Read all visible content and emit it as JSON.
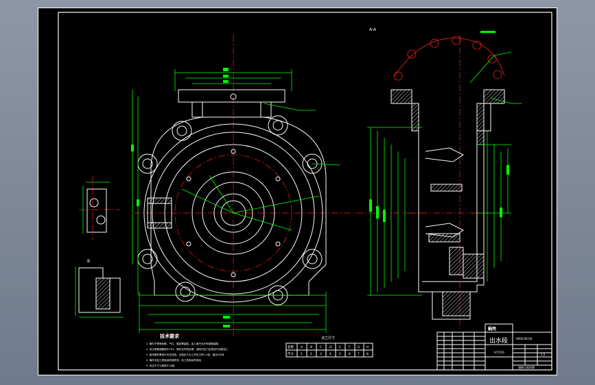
{
  "drawing": {
    "notes_title": "技术要求",
    "notes": [
      "1. 铸件不得有砂眼、气孔、裂纹等缺陷，加工面不允许有铸造缺陷",
      "2. 未注明铸造圆角R3-R5，铸件应时效处理，消除内应力后再进行机械加工",
      "3. 泵体铸件需进行水压试验，试验压力为工作压力的1.5倍，保压5分钟",
      "4. 铸件非加工表面涂防锈底漆，加工表面涂防锈油",
      "5. 未注尺寸公差按IT14级"
    ],
    "table_title": "法兰尺寸",
    "table_header": [
      "名称",
      "A",
      "B",
      "C",
      "D",
      "E",
      "F",
      "G",
      "H"
    ],
    "table_row": [
      "尺寸",
      "1",
      "2",
      "3",
      "4",
      "5",
      "6",
      "7",
      "8"
    ],
    "title_block": {
      "part_name": "出水段",
      "heading": "蜗壳",
      "drawing_no": "0000-00-00",
      "material": "HT250",
      "scale": "1:2",
      "school": "湖南工程学院"
    },
    "section_label": "A-A",
    "view_label": "B"
  },
  "colors": {
    "background": "#000000",
    "outline": "#ffffff",
    "dimension": "#00ff00",
    "centerline": "#ff2020"
  }
}
